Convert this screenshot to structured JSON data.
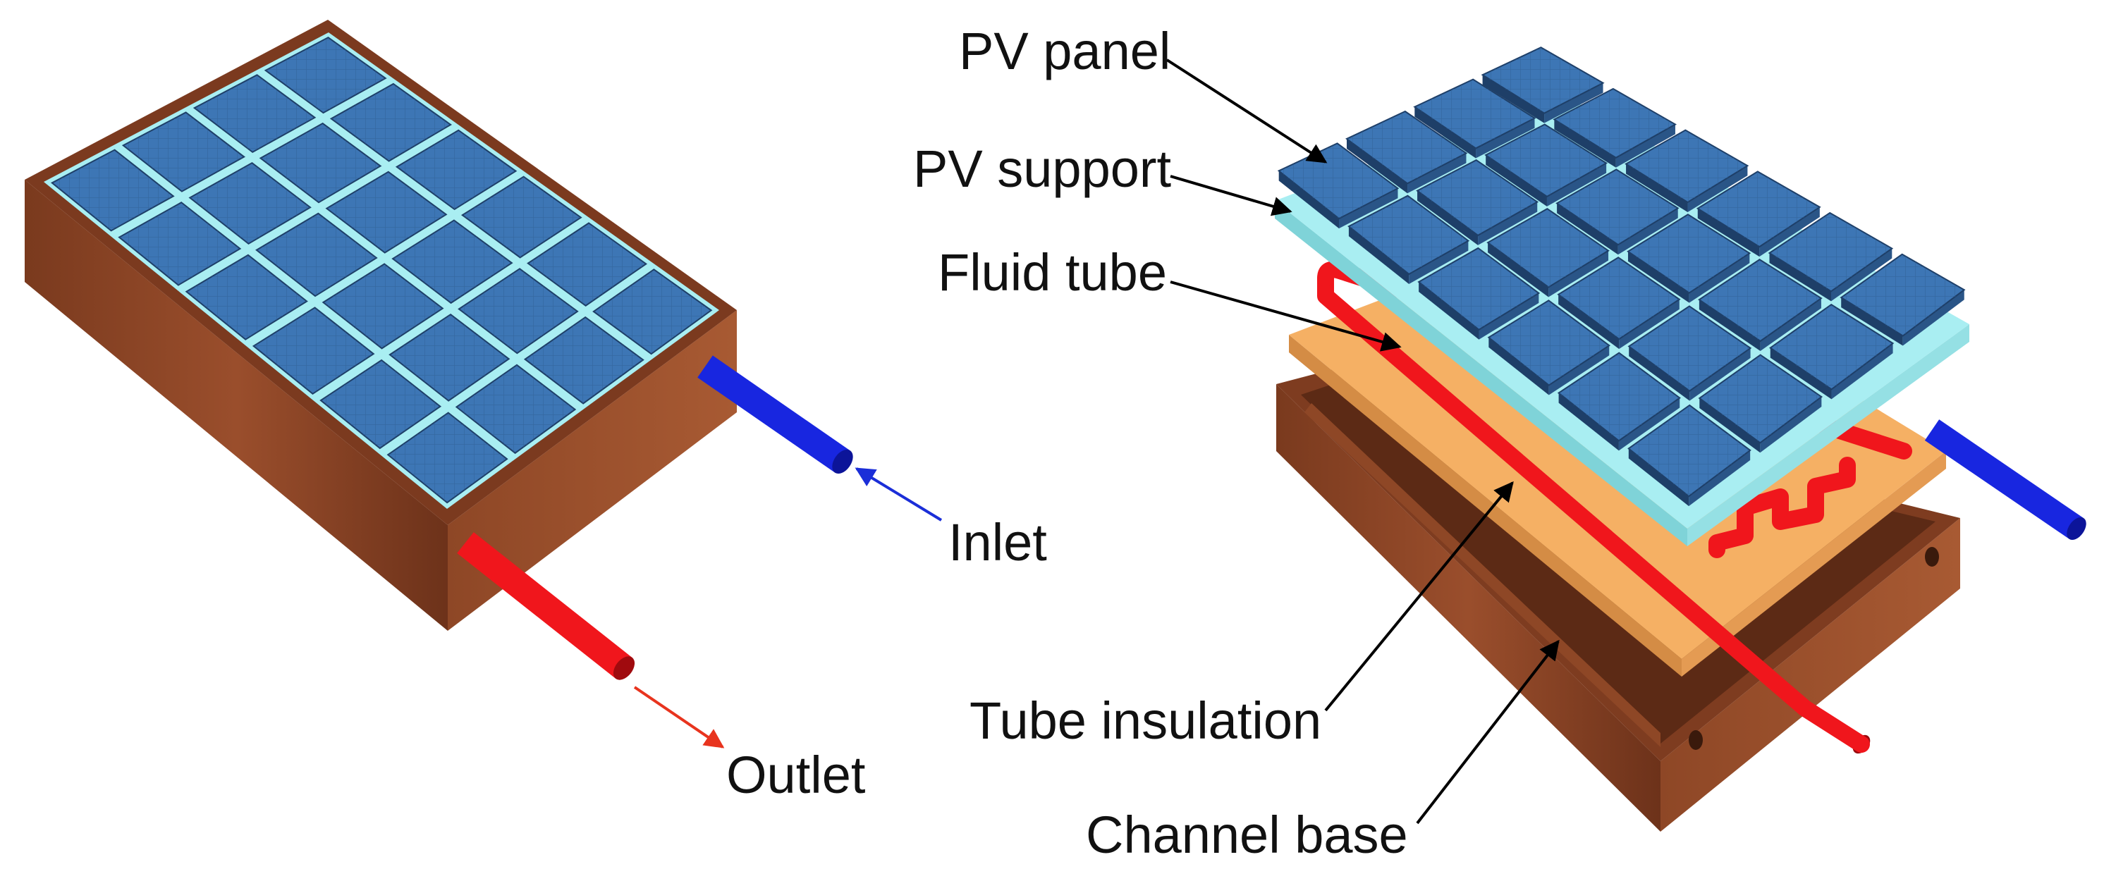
{
  "labels": {
    "inlet": "Inlet",
    "outlet": "Outlet",
    "pv_panel": "PV panel",
    "pv_support": "PV support",
    "fluid_tube": "Fluid tube",
    "tube_insulation": "Tube insulation",
    "channel_base": "Channel base"
  },
  "colors": {
    "pv_cell": "#3d76b5",
    "pv_cell_edge": "#1e3f68",
    "pv_support": "#a9eef2",
    "fluid_tube_hot": "#f0161c",
    "fluid_tube_cold": "#1826e0",
    "tube_insulation": "#f5b064",
    "channel_base": "#8e4324",
    "inlet_arrow": "#1b2ed8",
    "outlet_arrow": "#e8341e"
  }
}
